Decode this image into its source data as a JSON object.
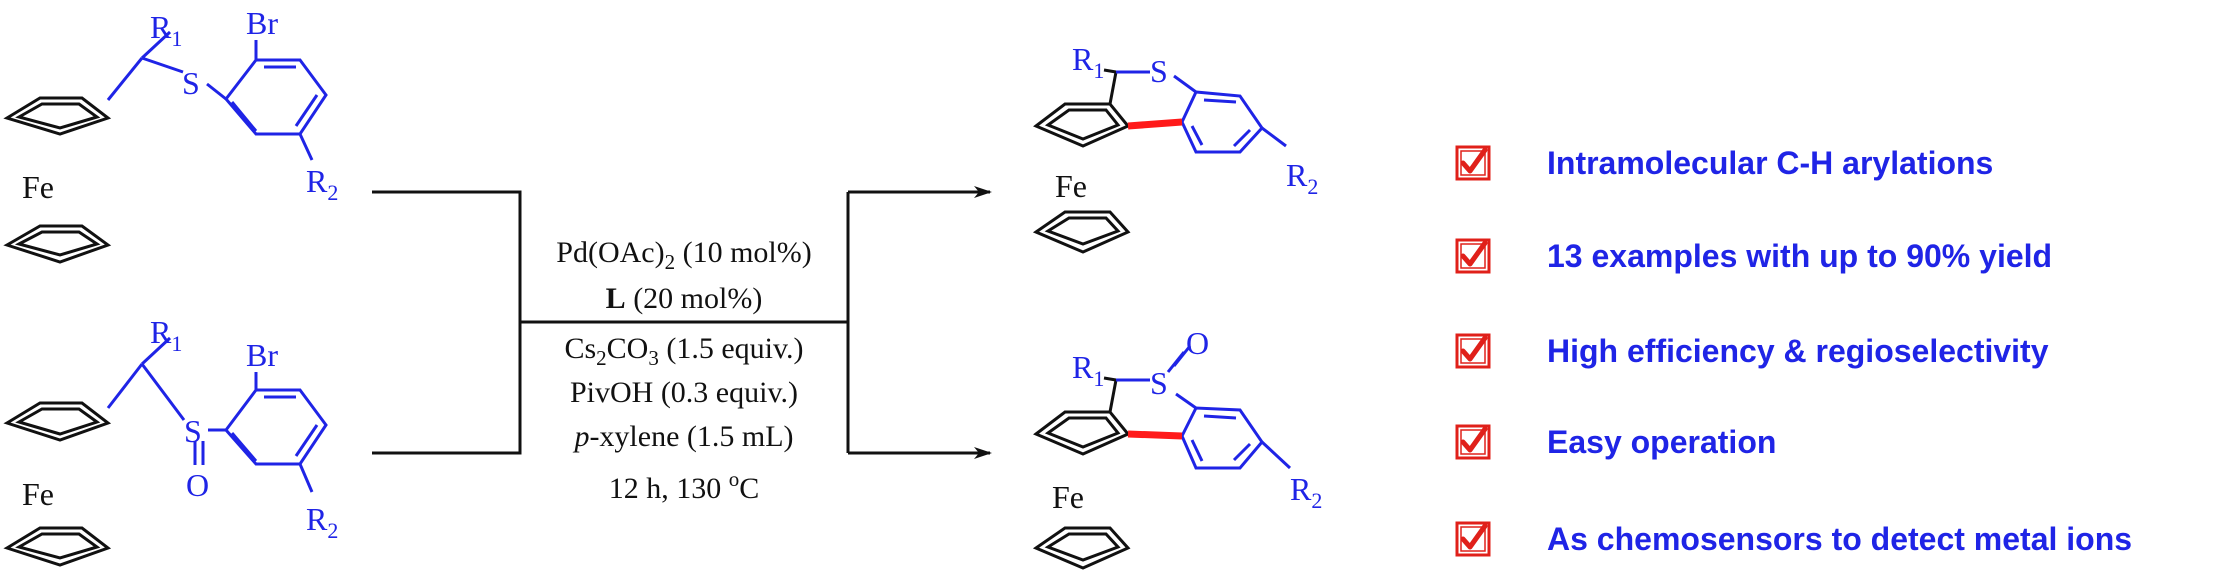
{
  "colors": {
    "black": "#111111",
    "blue": "#1f24e6",
    "red": "#ff1a1a",
    "check_red": "#e0201a"
  },
  "reactant1": {
    "r1": "R",
    "r1_sub": "1",
    "s": "S",
    "br": "Br",
    "fe": "Fe",
    "r2": "R",
    "r2_sub": "2"
  },
  "reactant2": {
    "r1": "R",
    "r1_sub": "1",
    "s": "S",
    "o": "O",
    "br": "Br",
    "fe": "Fe",
    "r2": "R",
    "r2_sub": "2"
  },
  "conditions": {
    "line1_main": "Pd(OAc)",
    "line1_sub": "2",
    "line1_rest": " (10 mol%)",
    "line2_bold": "L",
    "line2_rest": " (20 mol%)",
    "line3_main": "Cs",
    "line3_sub1": "2",
    "line3_mid": "CO",
    "line3_sub2": "3",
    "line3_rest": " (1.5 equiv.)",
    "line4": "PivOH (0.3 equiv.)",
    "line5_italic": "p",
    "line5_rest": "-xylene (1.5 mL)",
    "line6_main": "12 h, 130 ",
    "line6_sup": "o",
    "line6_unit": "C"
  },
  "product1": {
    "r1": "R",
    "r1_sub": "1",
    "s": "S",
    "fe": "Fe",
    "r2": "R",
    "r2_sub": "2"
  },
  "product2": {
    "r1": "R",
    "r1_sub": "1",
    "s": "S",
    "o": "O",
    "fe": "Fe",
    "r2": "R",
    "r2_sub": "2"
  },
  "features": [
    {
      "icon": "checkbox-checked-icon",
      "label": "Intramolecular C-H arylations"
    },
    {
      "icon": "checkbox-checked-icon",
      "label": "13 examples with up to 90% yield"
    },
    {
      "icon": "checkbox-checked-icon",
      "label": "High efficiency & regioselectivity"
    },
    {
      "icon": "checkbox-checked-icon",
      "label": "Easy operation"
    },
    {
      "icon": "checkbox-checked-icon",
      "label": "As chemosensors to detect metal ions"
    }
  ]
}
